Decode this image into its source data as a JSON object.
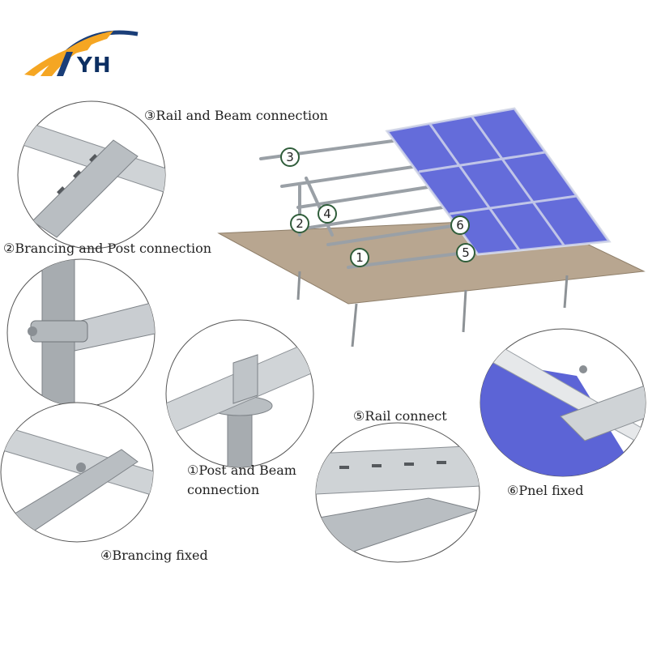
{
  "logo": {
    "text": "YH",
    "colors": {
      "arc": "#1a3e78",
      "swoosh": "#f5a623"
    }
  },
  "details": [
    {
      "id": "rail-beam",
      "label": "③Rail and Beam connection",
      "number": "③"
    },
    {
      "id": "bracing-post",
      "label": "②Brancing and Post connection",
      "number": "②"
    },
    {
      "id": "post-beam",
      "label_line1": "①Post and Beam",
      "label_line2": "connection",
      "number": "①"
    },
    {
      "id": "rail-connect",
      "label": "⑤Rail connect",
      "number": "⑤"
    },
    {
      "id": "panel-fixed",
      "label": "⑥Pnel  fixed",
      "number": "⑥"
    },
    {
      "id": "bracing-fixed",
      "label": "④Brancing fixed",
      "number": "④"
    }
  ],
  "callouts": [
    "3",
    "2",
    "4",
    "6",
    "1",
    "5"
  ],
  "colors": {
    "panel": "#5c64d6",
    "steel": "#9aa0a6",
    "ground": "#b8a690",
    "callout_border": "#2f5d3a"
  }
}
